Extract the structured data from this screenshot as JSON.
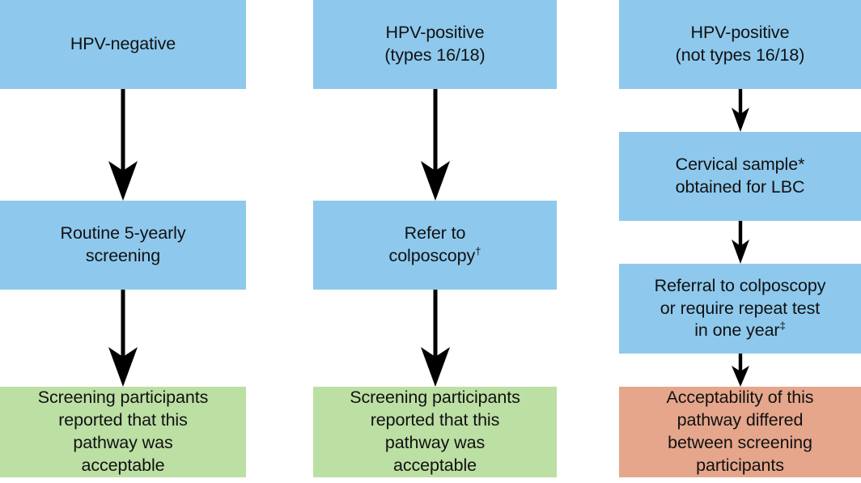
{
  "figure": {
    "type": "flowchart",
    "title": "HPV cervical screening pathways and participant acceptability",
    "colors": {
      "process": "#8ec9ed",
      "outcome_acceptable": "#bcdfa4",
      "outcome_mixed": "#e5a68c",
      "connector": "#000000",
      "background": "#ffffff",
      "text": "#111111"
    }
  },
  "columns": [
    {
      "id": "hpv-negative-pathway",
      "nodes": [
        {
          "id": "hpv-negative",
          "kind": "process",
          "fill": "#8ec9ed",
          "lines": [
            "HPV-negative"
          ]
        },
        {
          "id": "routine-5-yearly-screening",
          "kind": "process",
          "fill": "#8ec9ed",
          "lines": [
            "Routine 5-yearly",
            "screening"
          ]
        },
        {
          "id": "outcome-acceptable-left",
          "kind": "outcome",
          "fill": "#bcdfa4",
          "lines": [
            "Screening participants",
            "reported that this",
            "pathway was",
            "acceptable"
          ]
        }
      ]
    },
    {
      "id": "hpv-positive-16-18-pathway",
      "nodes": [
        {
          "id": "hpv-positive-types-16-18",
          "kind": "process",
          "fill": "#8ec9ed",
          "lines": [
            "HPV-positive",
            "(types 16/18)"
          ]
        },
        {
          "id": "refer-to-colposcopy",
          "kind": "process",
          "fill": "#8ec9ed",
          "lines": [
            "Refer to",
            "colposcopy"
          ],
          "footnote_marker": "†"
        },
        {
          "id": "outcome-acceptable-mid",
          "kind": "outcome",
          "fill": "#bcdfa4",
          "lines": [
            "Screening participants",
            "reported that this",
            "pathway was",
            "acceptable"
          ]
        }
      ]
    },
    {
      "id": "hpv-positive-not-16-18-pathway",
      "nodes": [
        {
          "id": "hpv-positive-not-types-16-18",
          "kind": "process",
          "fill": "#8ec9ed",
          "lines": [
            "HPV-positive",
            "(not types 16/18)"
          ]
        },
        {
          "id": "cervical-sample-for-lbc",
          "kind": "process",
          "fill": "#8ec9ed",
          "lines": [
            "Cervical sample*",
            "obtained for LBC"
          ]
        },
        {
          "id": "referral-or-repeat-test",
          "kind": "process",
          "fill": "#8ec9ed",
          "lines": [
            "Referral to colposcopy",
            "or require repeat test",
            "in one year"
          ],
          "footnote_marker": "‡"
        },
        {
          "id": "outcome-differed-right",
          "kind": "outcome",
          "fill": "#e5a68c",
          "lines": [
            "Acceptability of this",
            "pathway differed",
            "between screening",
            "participants"
          ]
        }
      ]
    }
  ]
}
